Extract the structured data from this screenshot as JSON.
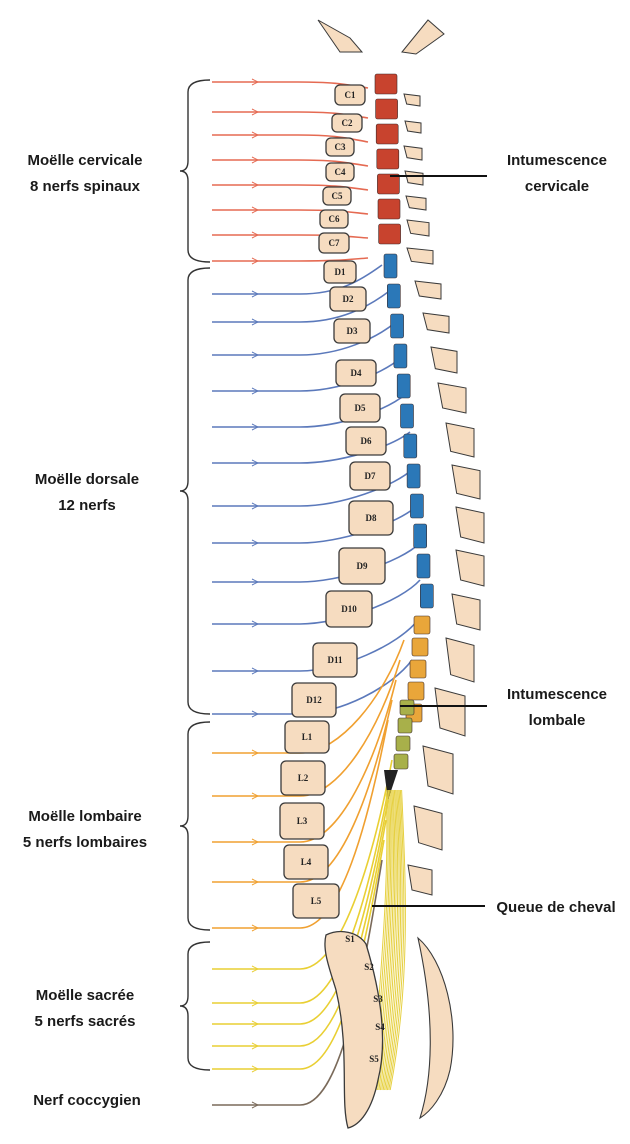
{
  "groups": [
    {
      "id": "cervical",
      "line1": "Moëlle cervicale",
      "line2": "8 nerfs spinaux",
      "color": "#e0553a"
    },
    {
      "id": "dorsal",
      "line1": "Moëlle dorsale",
      "line2": "12 nerfs",
      "color": "#4b6fb5"
    },
    {
      "id": "lumbar",
      "line1": "Moëlle lombaire",
      "line2": "5 nerfs lombaires",
      "color": "#f2a03a"
    },
    {
      "id": "sacral",
      "line1": "Moëlle sacrée",
      "line2": "5 nerfs sacrés",
      "color": "#ead23a"
    },
    {
      "id": "coccyx",
      "line1": "Nerf coccygien",
      "line2": "",
      "color": "#8a7a6a"
    }
  ],
  "annotations": [
    {
      "id": "cervical-enlargement",
      "line1": "Intumescence",
      "line2": "cervicale"
    },
    {
      "id": "lumbar-enlargement",
      "line1": "Intumescence",
      "line2": "lombale"
    },
    {
      "id": "cauda-equina",
      "line1": "Queue de cheval",
      "line2": ""
    }
  ],
  "vertebrae": {
    "cervical": [
      "C1",
      "C2",
      "C3",
      "C4",
      "C5",
      "C6",
      "C7"
    ],
    "dorsal": [
      "D1",
      "D2",
      "D3",
      "D4",
      "D5",
      "D6",
      "D7",
      "D8",
      "D9",
      "D10",
      "D11",
      "D12"
    ],
    "lumbar": [
      "L1",
      "L2",
      "L3",
      "L4",
      "L5"
    ],
    "sacral": [
      "S1",
      "S2",
      "S3",
      "S4",
      "S5"
    ]
  },
  "colors": {
    "bone": "#f6dcc0",
    "bone_outline": "#3a3a3a",
    "cord_cervical": "#c8432e",
    "cord_dorsal": "#2b78b8",
    "cord_lumbar": "#a8b04a",
    "cord_sacral": "#222222"
  }
}
